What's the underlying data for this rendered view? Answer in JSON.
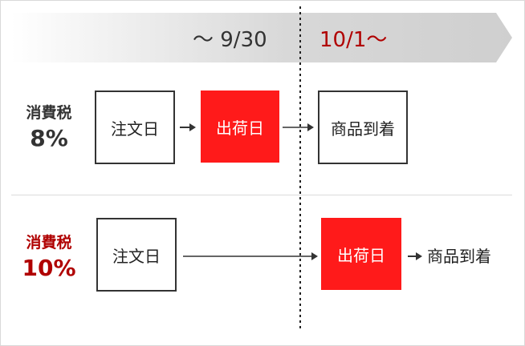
{
  "timeline": {
    "before_label": "～ 9/30",
    "after_label": "10/1～"
  },
  "rows": [
    {
      "tax_name": "消費税",
      "tax_rate": "8%",
      "order_label": "注文日",
      "ship_label": "出荷日",
      "arrival_label": "商品到着"
    },
    {
      "tax_name": "消費税",
      "tax_rate": "10%",
      "order_label": "注文日",
      "ship_label": "出荷日",
      "arrival_label": "商品到着"
    }
  ],
  "colors": {
    "accent_red": "#ff1a1a",
    "dark_red": "#b00000",
    "text_dark": "#333333"
  }
}
